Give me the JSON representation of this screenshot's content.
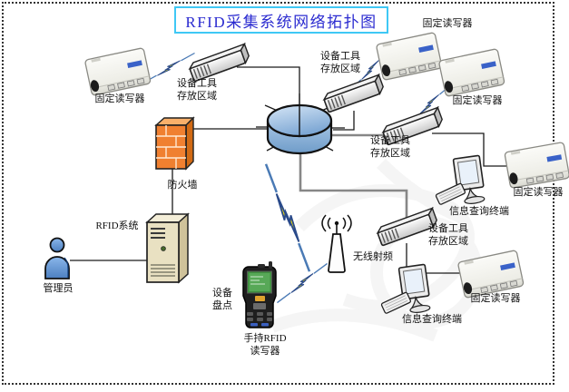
{
  "title": "RFID采集系统网络拓扑图",
  "colors": {
    "title_border": "#3fc8f5",
    "title_text": "#2b2bd0",
    "firewall_orange": "#f08030",
    "hub_blue": "#9fc0e4",
    "lightning_yellow": "#ffe800",
    "line_black": "#1a1a1a",
    "line_gray": "#878787"
  },
  "nodes": {
    "fixed_reader_top_left": "固定读写器",
    "storage_area_top_left": "设备工具\n存放区域",
    "storage_area_top_middle": "设备工具\n存放区域",
    "fixed_reader_top": "固定读写器",
    "fixed_reader_upper_right": "固定读写器",
    "storage_area_right": "设备工具\n存放区域",
    "fixed_reader_right": "固定读写器",
    "query_terminal_right": "信息查询终端",
    "storage_area_bottom_right": "设备工具\n存放区域",
    "query_terminal_bottom": "信息查询终端",
    "fixed_reader_bottom_right": "固定读写器",
    "firewall": "防火墙",
    "rfid_system": "RFID系统",
    "admin": "管理员",
    "wireless_rf": "无线射频",
    "equipment_inventory": "设备\n盘点",
    "handheld_reader": "手持RFID\n读写器"
  }
}
